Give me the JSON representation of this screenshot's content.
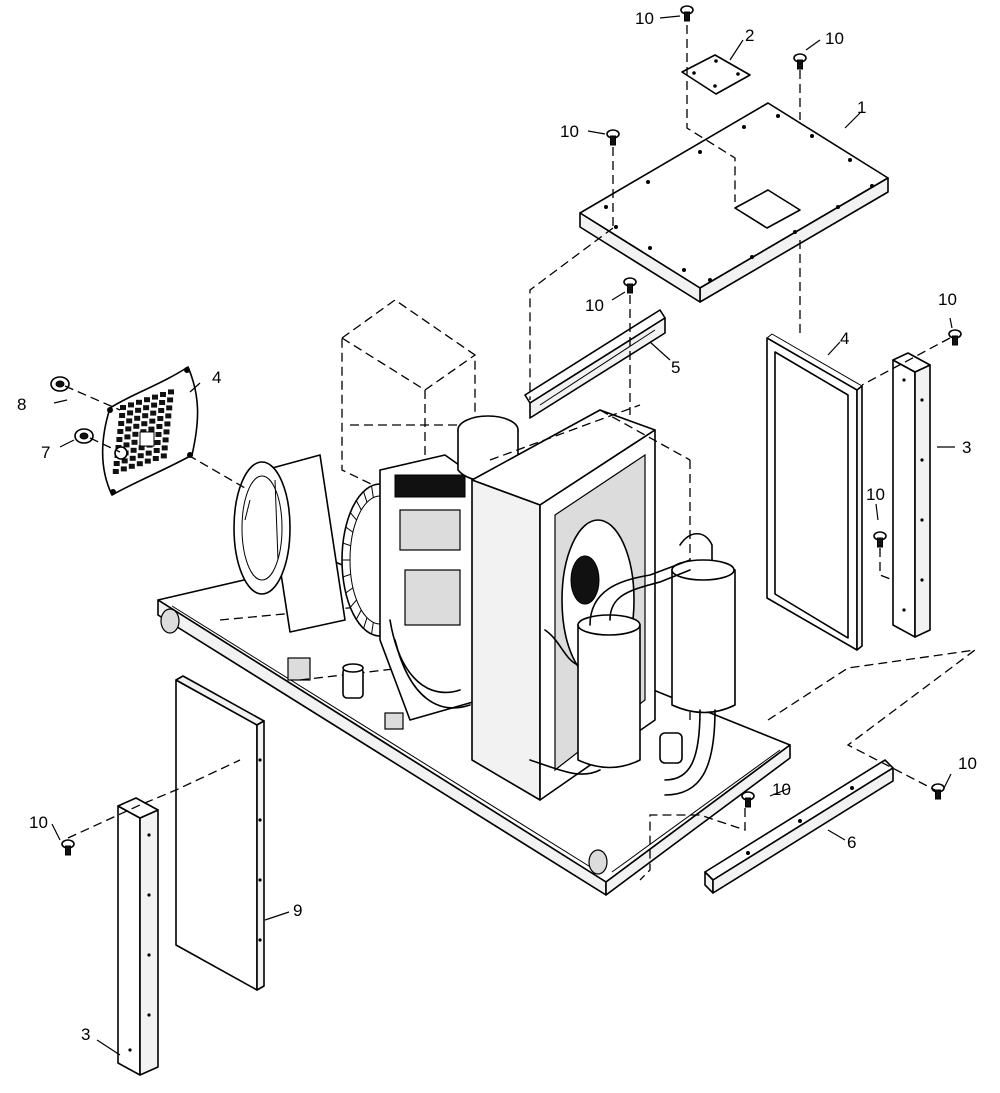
{
  "diagram": {
    "callouts": [
      {
        "id": "c1",
        "text": "1"
      },
      {
        "id": "c2",
        "text": "2"
      },
      {
        "id": "c3a",
        "text": "3"
      },
      {
        "id": "c3b",
        "text": "3"
      },
      {
        "id": "c4a",
        "text": "4"
      },
      {
        "id": "c4b",
        "text": "4"
      },
      {
        "id": "c5",
        "text": "5"
      },
      {
        "id": "c6",
        "text": "6"
      },
      {
        "id": "c7",
        "text": "7"
      },
      {
        "id": "c8",
        "text": "8"
      },
      {
        "id": "c9",
        "text": "9"
      },
      {
        "id": "c10a",
        "text": "10"
      },
      {
        "id": "c10b",
        "text": "10"
      },
      {
        "id": "c10c",
        "text": "10"
      },
      {
        "id": "c10d",
        "text": "10"
      },
      {
        "id": "c10e",
        "text": "10"
      },
      {
        "id": "c10f",
        "text": "10"
      },
      {
        "id": "c10g",
        "text": "10"
      },
      {
        "id": "c10h",
        "text": "10"
      },
      {
        "id": "c10i",
        "text": "10"
      }
    ]
  }
}
